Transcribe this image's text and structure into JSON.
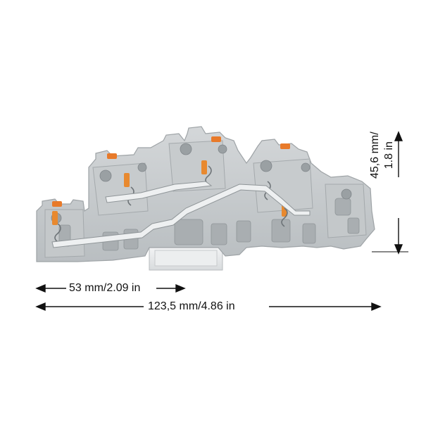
{
  "dimensions": {
    "short_width": "53 mm/2.09 in",
    "total_width": "123,5 mm/4.86 in",
    "height_line1": "45,6 mm/",
    "height_line2": "1.8 in"
  },
  "product": {
    "description_icon": "terminal-block-drawing",
    "colors": {
      "housing": "#c9cdcf",
      "housing_shadow": "#a9aeb1",
      "housing_dark": "#8d9396",
      "lever": "#e87a2a",
      "busbar": "#e8eaeb",
      "background": "#ffffff"
    }
  }
}
